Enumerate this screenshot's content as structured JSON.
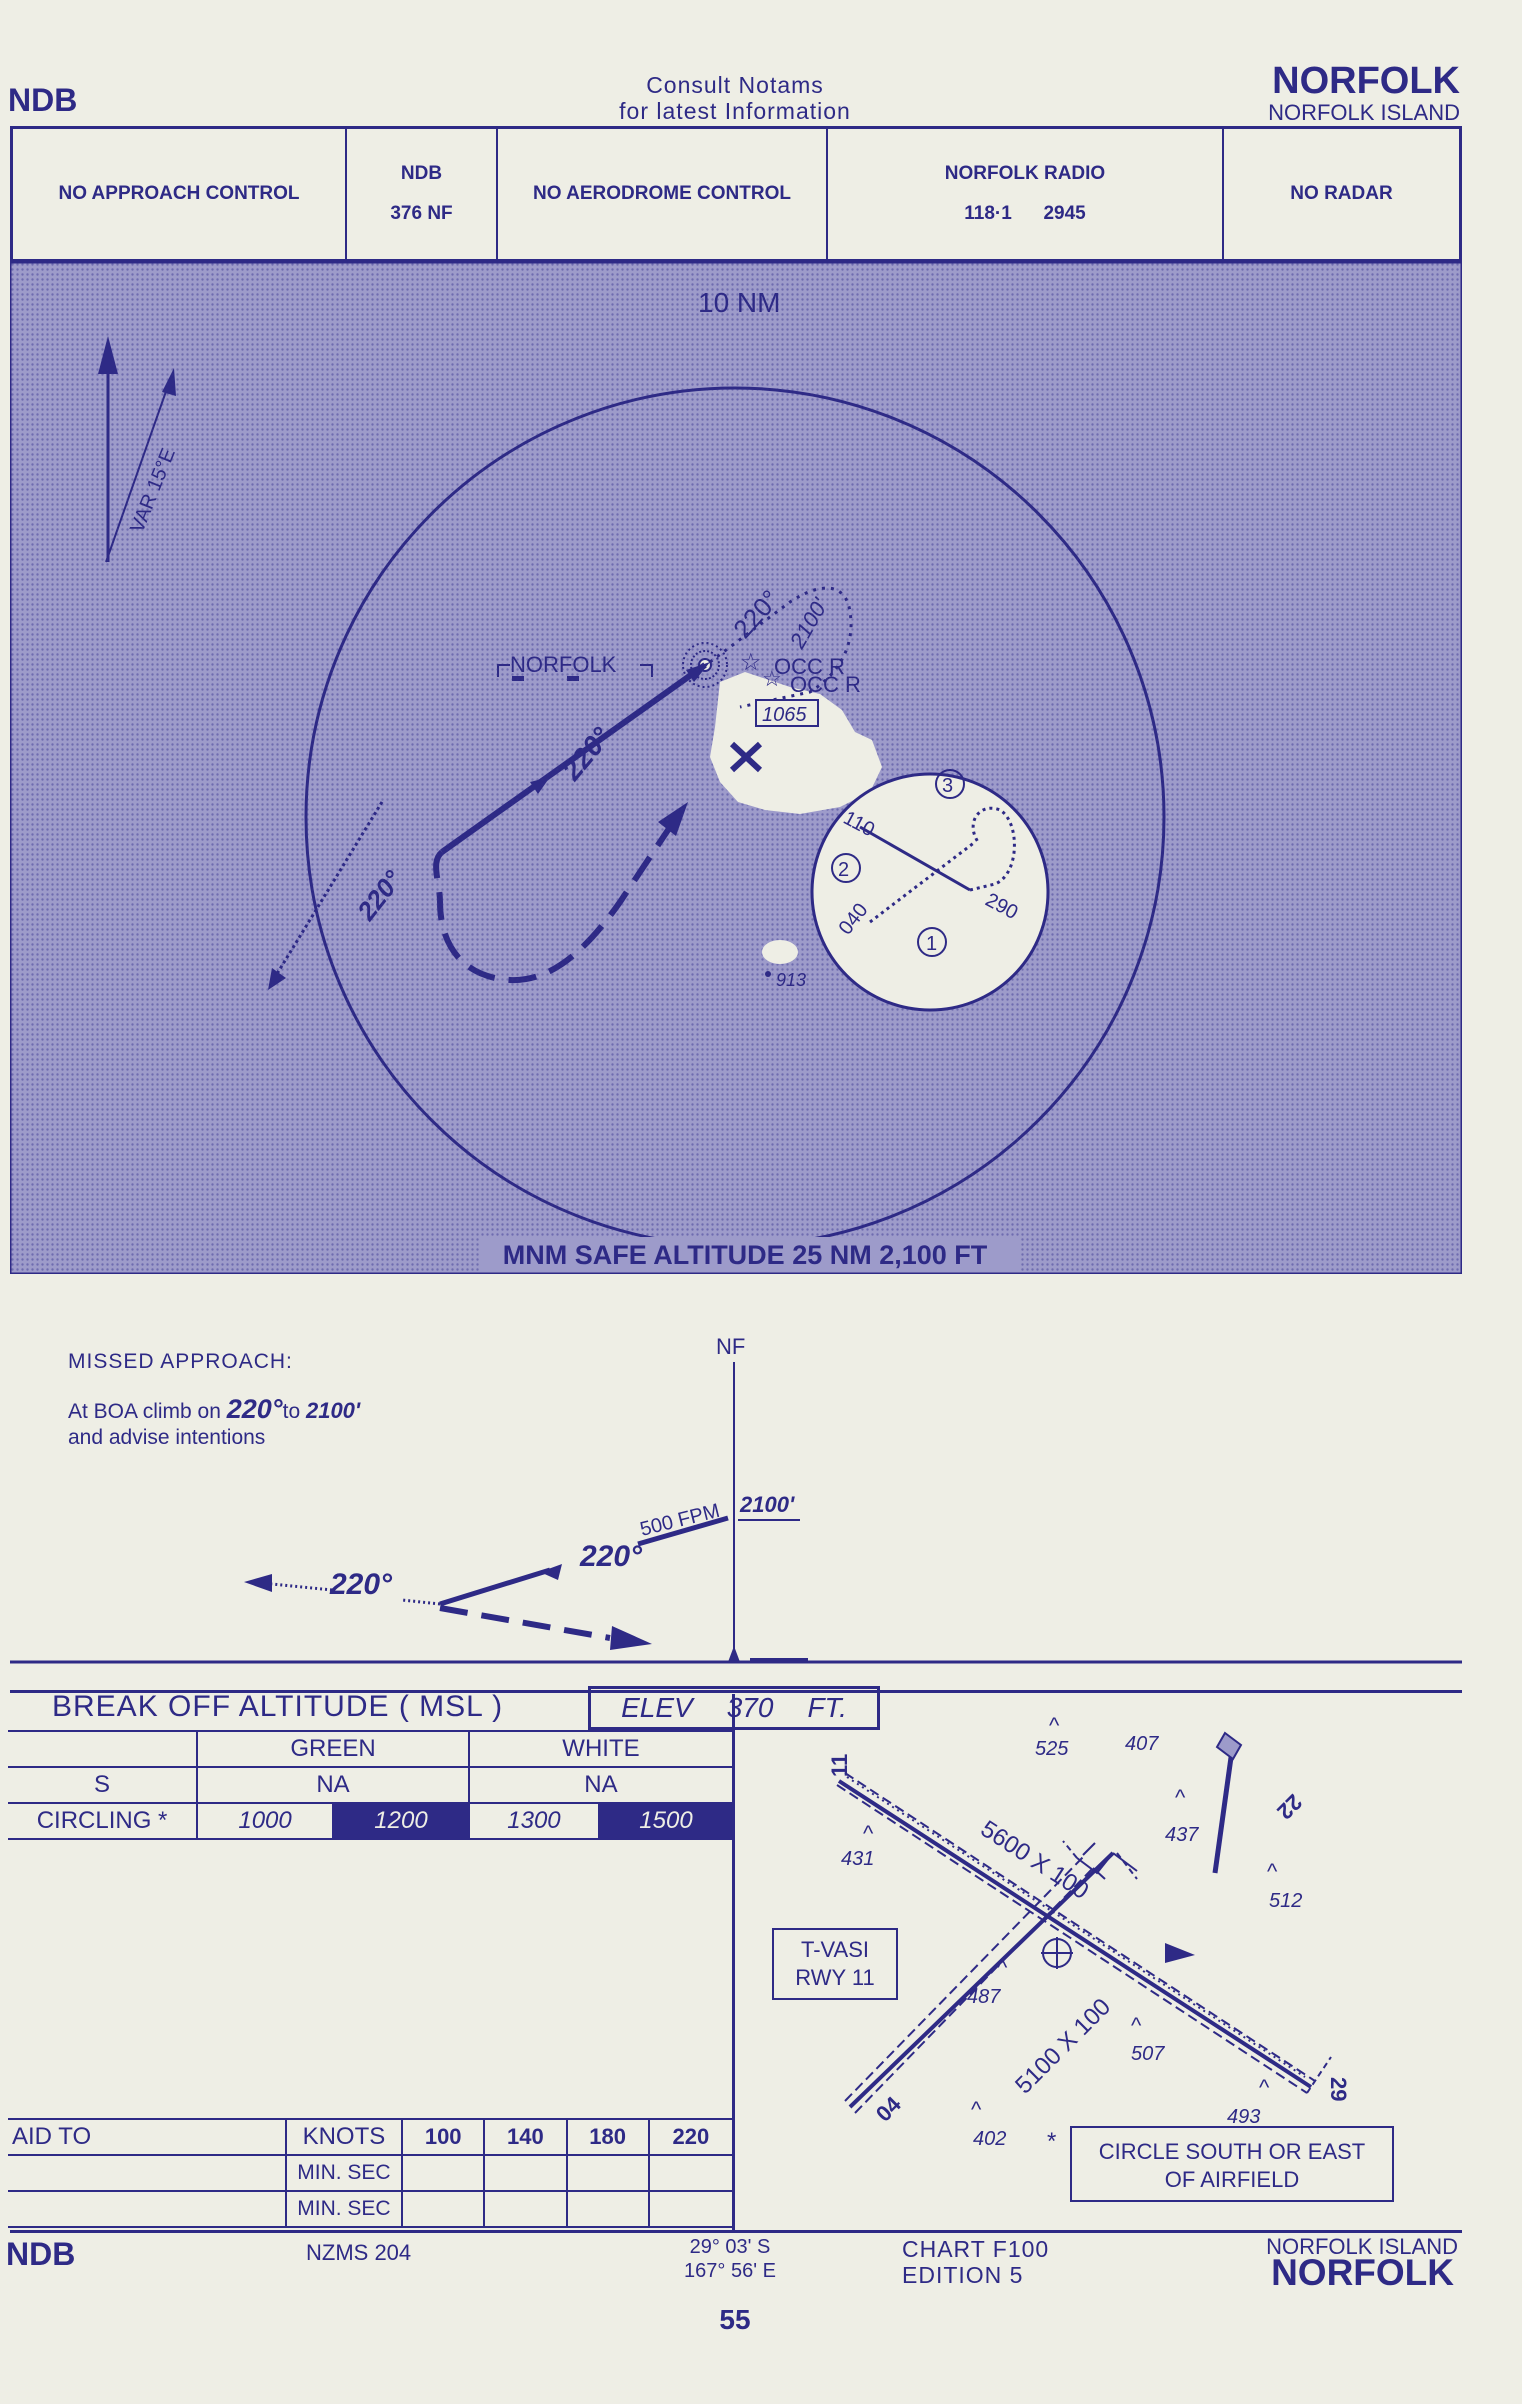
{
  "header": {
    "left": "NDB",
    "consult_1": "Consult Notams",
    "consult_2": "for latest Information",
    "title": "NORFOLK",
    "subtitle": "NORFOLK ISLAND"
  },
  "info_row": {
    "approach": "NO APPROACH CONTROL",
    "ndb_label": "NDB",
    "ndb_freq": "376 NF",
    "aerodrome": "NO AERODROME CONTROL",
    "radio": "NORFOLK RADIO",
    "radio_freq_1": "118·1",
    "radio_freq_2": "2945",
    "radar": "NO RADAR"
  },
  "plan": {
    "ring": "10 NM",
    "variation": "VAR 15°E",
    "beacon": "NORFOLK",
    "hdg_outbound": "220°",
    "hdg_track": "220°",
    "hdg_upper": "220°",
    "alt_upper": "2100'",
    "occ1": "OCC R",
    "occ2": "OCC R",
    "elev_box": "1065",
    "spot": "913",
    "circ_1": "1",
    "circ_2": "2",
    "circ_3": "3",
    "circ_110": "110",
    "circ_040": "040",
    "circ_290": "290",
    "msa": "MNM SAFE ALTITUDE 25 NM 2,100 FT"
  },
  "missed": {
    "heading": "MISSED APPROACH:",
    "line1_a": "At BOA climb on",
    "line1_hdg": "220°",
    "line1_b": "to",
    "line1_alt": "2100'",
    "line2": "and advise intentions",
    "nf": "NF",
    "p_220a": "220°",
    "p_220b": "220°",
    "p_rate": "500 FPM",
    "p_alt": "2100'"
  },
  "minima": {
    "title": "BREAK OFF ALTITUDE ( MSL )",
    "elev_label": "ELEV",
    "elev_value": "370",
    "elev_unit": "FT.",
    "green": "GREEN",
    "white": "WHITE",
    "s_label": "S",
    "s_green": "NA",
    "s_white": "NA",
    "circ_label": "CIRCLING *",
    "c1": "1000",
    "c2": "1200",
    "c3": "1300",
    "c4": "1500"
  },
  "timing": {
    "aid": "AID TO",
    "knots": "KNOTS",
    "k1": "100",
    "k2": "140",
    "k3": "180",
    "k4": "220",
    "min1": "MIN. SEC",
    "min2": "MIN. SEC"
  },
  "aerodrome": {
    "rwy_a": "5600 X 100",
    "rwy_b": "5100 X 100",
    "end_11": "11",
    "end_29": "29",
    "end_22": "22",
    "end_04": "04",
    "ob_525": "525",
    "ob_407": "407",
    "ob_437": "437",
    "ob_431": "431",
    "ob_512": "512",
    "ob_487": "487",
    "ob_507": "507",
    "ob_493": "493",
    "ob_402": "402",
    "vasi_1": "T-VASI",
    "vasi_2": "RWY 11",
    "note_star": "*",
    "note_1": "CIRCLE SOUTH OR EAST",
    "note_2": "OF AIRFIELD"
  },
  "footer": {
    "left": "NDB",
    "nzms": "NZMS 204",
    "lat": "29° 03' S",
    "lon": "167° 56' E",
    "chart": "CHART F100",
    "edition": "EDITION 5",
    "place": "NORFOLK ISLAND",
    "title": "NORFOLK",
    "page": "55"
  }
}
